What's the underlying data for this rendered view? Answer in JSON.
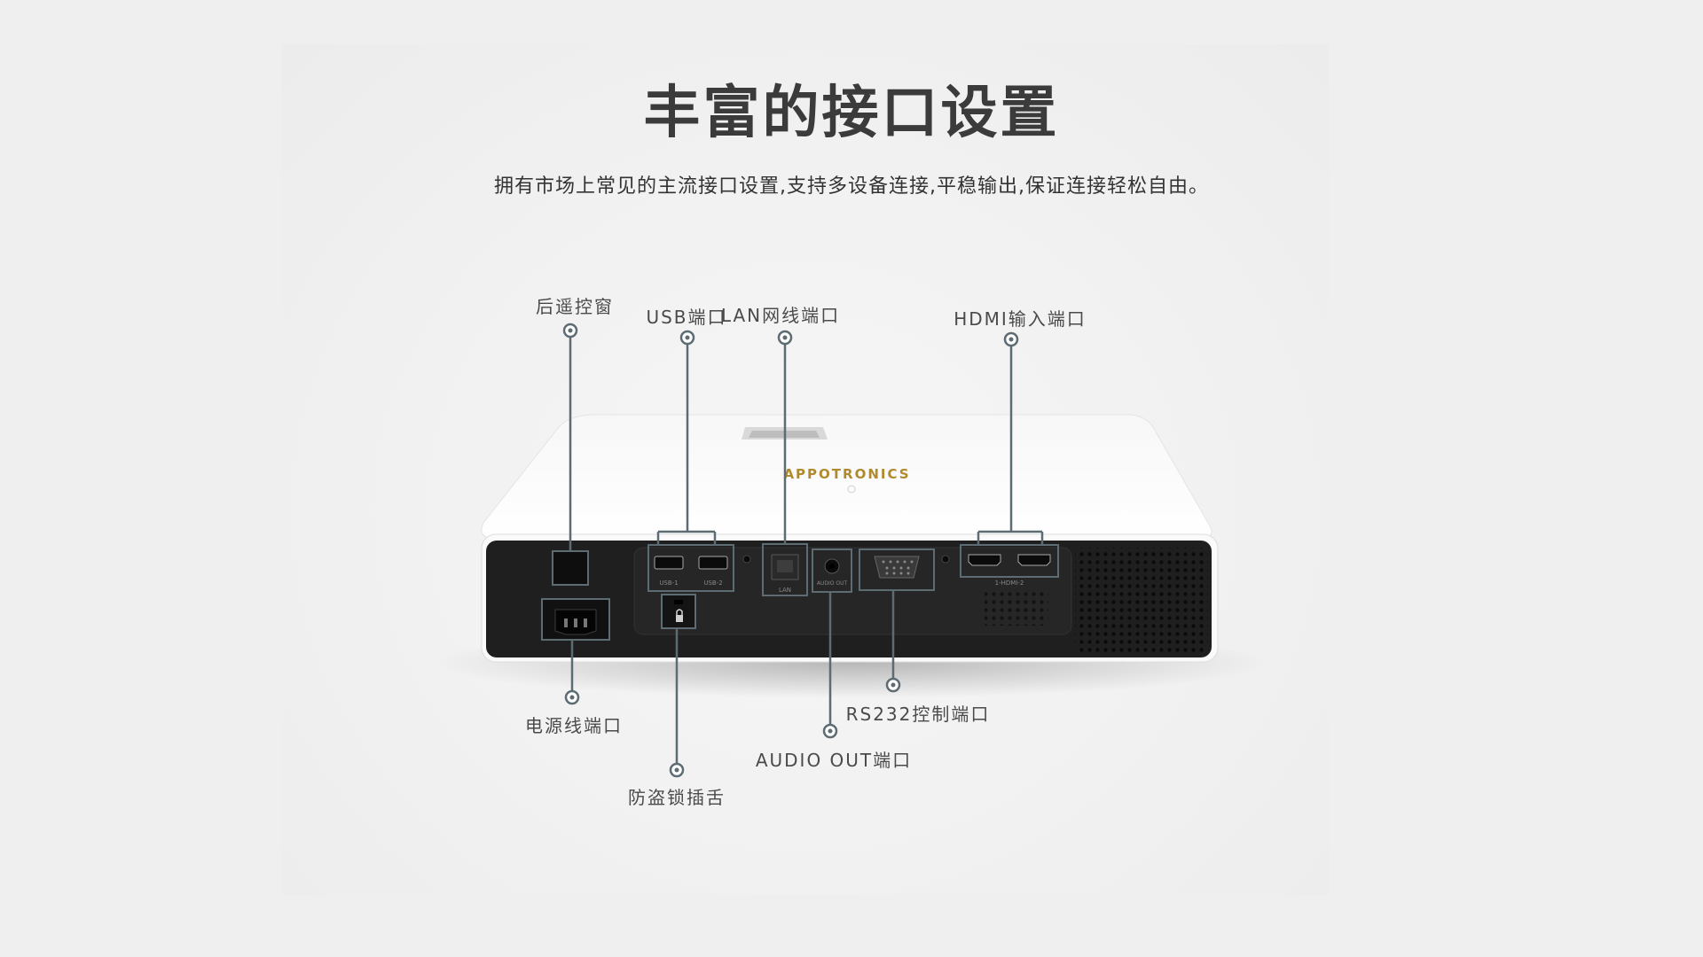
{
  "title": "丰富的接口设置",
  "subtitle": "拥有市场上常见的主流接口设置,支持多设备连接,平稳输出,保证连接轻松自由。",
  "device": {
    "brand": "APPOTRONICS",
    "brand_color": "#b08a2e",
    "port_texts": {
      "usb1": "USB-1",
      "usb2": "USB-2",
      "lan": "LAN",
      "audio": "AUDIO OUT",
      "hdmi": "1-HDMI-2"
    }
  },
  "callouts": {
    "remote_window": "后遥控窗",
    "usb_port": "USB端口",
    "lan_port": "LAN网线端口",
    "hdmi_port": "HDMI输入端口",
    "power_port": "电源线端口",
    "anti_theft": "防盗锁插舌",
    "audio_out": "AUDIO OUT端口",
    "rs232": "RS232控制端口"
  },
  "colors": {
    "callout_line": "#5d6b73",
    "title": "#3b3b3b"
  }
}
